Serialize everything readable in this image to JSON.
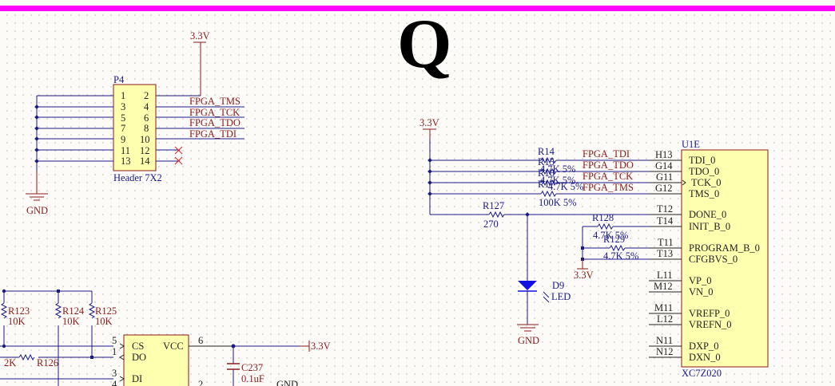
{
  "page": {
    "title_letter": "Q",
    "accent_bar_color": "#ff00ff"
  },
  "power_labels": {
    "p4_vcc": "3.3V",
    "u1e_vcc": "3.3V",
    "r129_vcc": "3.3V",
    "flash_vcc": "3.3V",
    "p4_gnd": "GND",
    "d9_gnd": "GND",
    "flash_gnd": "GND"
  },
  "header_p4": {
    "designator": "P4",
    "comment": "Header 7X2",
    "left_pins": [
      "1",
      "3",
      "5",
      "7",
      "9",
      "11",
      "13"
    ],
    "right_pins": [
      "2",
      "4",
      "6",
      "8",
      "10",
      "12",
      "14"
    ],
    "nets": [
      "FPGA_TMS",
      "FPGA_TCK",
      "FPGA_TDO",
      "FPGA_TDI"
    ]
  },
  "jtag_resistors": {
    "designators": [
      "R14",
      "R15",
      "R16",
      "R17"
    ],
    "values": [
      "4.7K 5%",
      "4.7K 5%",
      "4.7K 5%",
      "100K 5%"
    ],
    "nets": [
      "FPGA_TDI",
      "FPGA_TDO",
      "FPGA_TCK",
      "FPGA_TMS"
    ]
  },
  "r127": {
    "designator": "R127",
    "value": "270"
  },
  "r128": {
    "designator": "R128",
    "value": "4.7K 5%"
  },
  "r129": {
    "designator": "R129",
    "value": "4.7K 5%"
  },
  "d9": {
    "designator": "D9",
    "comment": "LED"
  },
  "u1e": {
    "designator": "U1E",
    "comment": "XC7Z020",
    "pins": [
      {
        "num": "H13",
        "name": "TDI_0"
      },
      {
        "num": "G14",
        "name": "TDO_0"
      },
      {
        "num": "G11",
        "name": "TCK_0"
      },
      {
        "num": "G12",
        "name": "TMS_0"
      },
      {
        "num": "T12",
        "name": "DONE_0"
      },
      {
        "num": "T14",
        "name": "INIT_B_0"
      },
      {
        "num": "T11",
        "name": "PROGRAM_B_0"
      },
      {
        "num": "T13",
        "name": "CFGBVS_0"
      },
      {
        "num": "L11",
        "name": "VP_0"
      },
      {
        "num": "M12",
        "name": "VN_0"
      },
      {
        "num": "M11",
        "name": "VREFP_0"
      },
      {
        "num": "L12",
        "name": "VREFN_0"
      },
      {
        "num": "N11",
        "name": "DXP_0"
      },
      {
        "num": "N12",
        "name": "DXN_0"
      }
    ]
  },
  "flash": {
    "pins": [
      {
        "num": "5",
        "name": "CS"
      },
      {
        "num": "1",
        "name": "DO"
      },
      {
        "num": "3",
        "name": "DI"
      },
      {
        "num": "4",
        "name": ""
      },
      {
        "num": "6",
        "name": "VCC"
      },
      {
        "num": "2",
        "name": ""
      }
    ]
  },
  "pullups": [
    {
      "designator": "R123",
      "value": "10K"
    },
    {
      "designator": "R124",
      "value": "10K"
    },
    {
      "designator": "R125",
      "value": "10K"
    }
  ],
  "r126": {
    "designator": "R126",
    "value": "2K"
  },
  "c237": {
    "designator": "C237",
    "value": "0.1uF"
  }
}
